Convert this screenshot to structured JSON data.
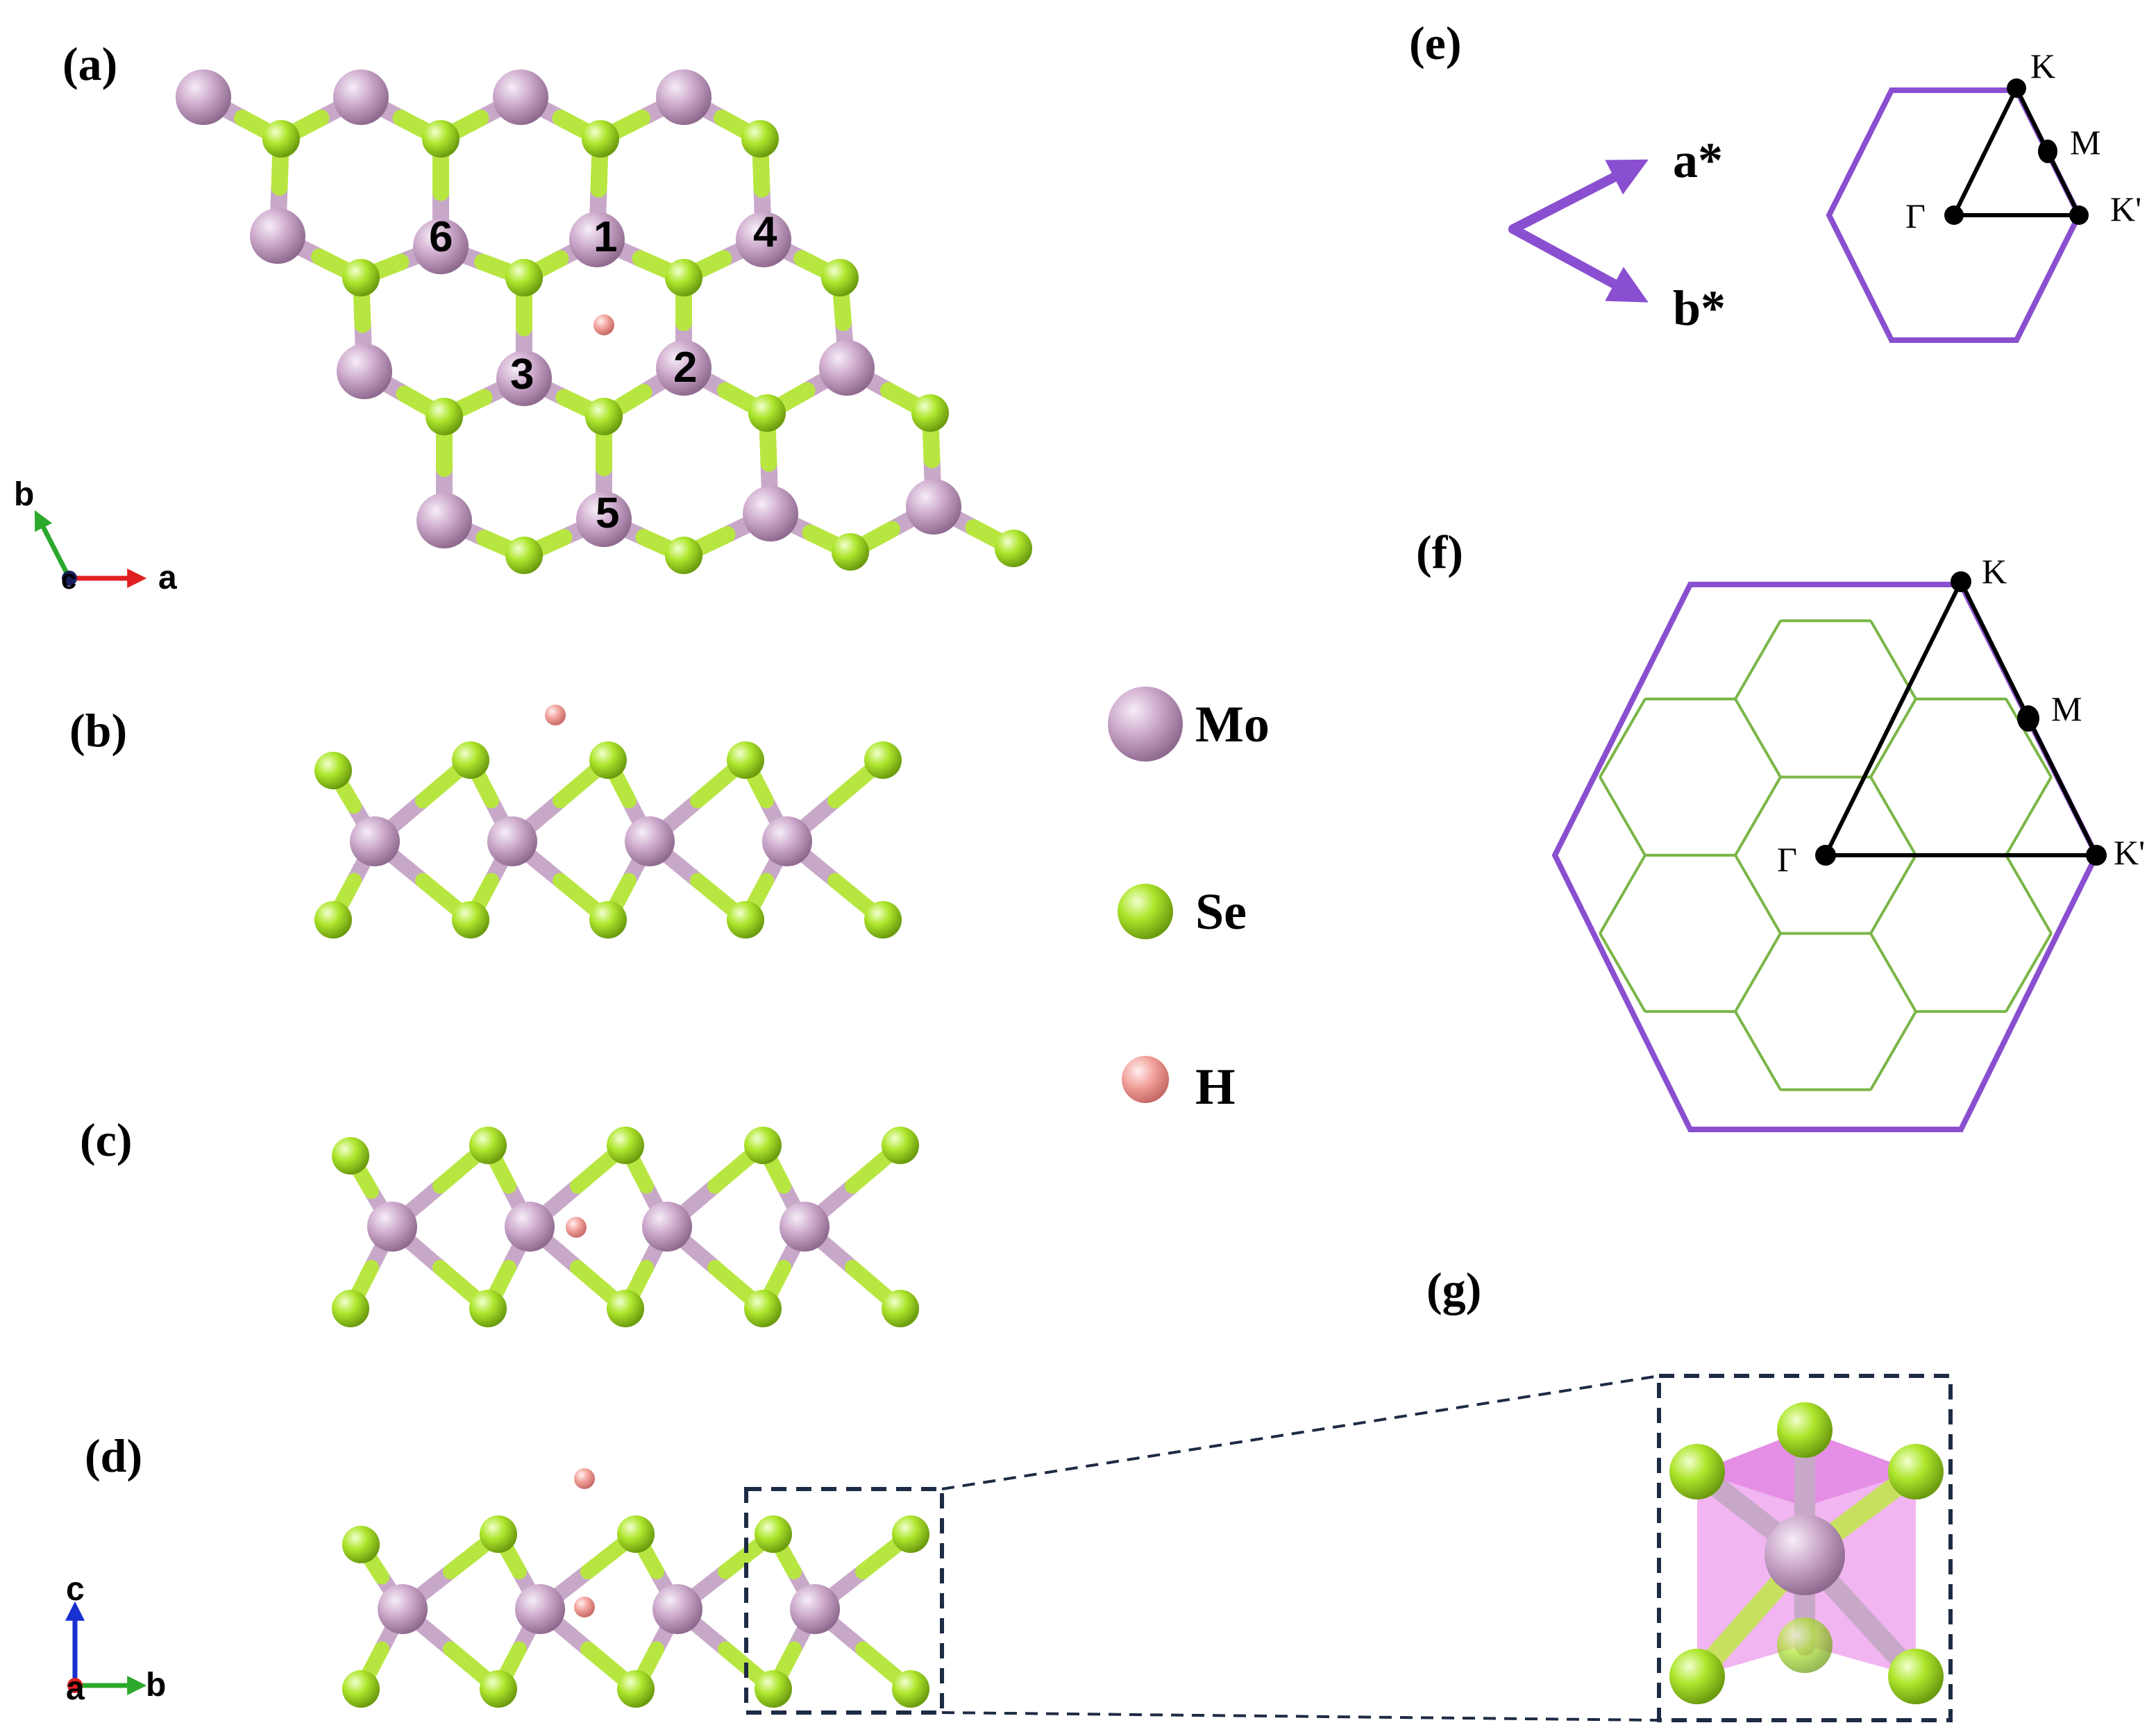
{
  "panels": {
    "a": "(a)",
    "b": "(b)",
    "c": "(c)",
    "d": "(d)",
    "e": "(e)",
    "f": "(f)",
    "g": "(g)"
  },
  "site_labels": [
    "1",
    "2",
    "3",
    "4",
    "5",
    "6"
  ],
  "axes_top_view": {
    "x": "a",
    "y": "b",
    "origin": "c"
  },
  "axes_side_view": {
    "x": "b",
    "y": "c",
    "origin": "a"
  },
  "legend": [
    {
      "label": "Mo",
      "color": "#c9a6c9"
    },
    {
      "label": "Se",
      "color": "#a6e22e"
    },
    {
      "label": "H",
      "color": "#f4a2a2"
    }
  ],
  "reciprocal": {
    "a_star": "a*",
    "b_star": "b*"
  },
  "k_points": {
    "gamma": "Γ",
    "k": "K",
    "m": "M",
    "k_prime": "K'"
  },
  "colors": {
    "brillouin_zone": "#8a4fd0",
    "supercell_grid": "#7ab648",
    "dashed_box": "#1d2b44",
    "octahedron": "#e678e6"
  }
}
